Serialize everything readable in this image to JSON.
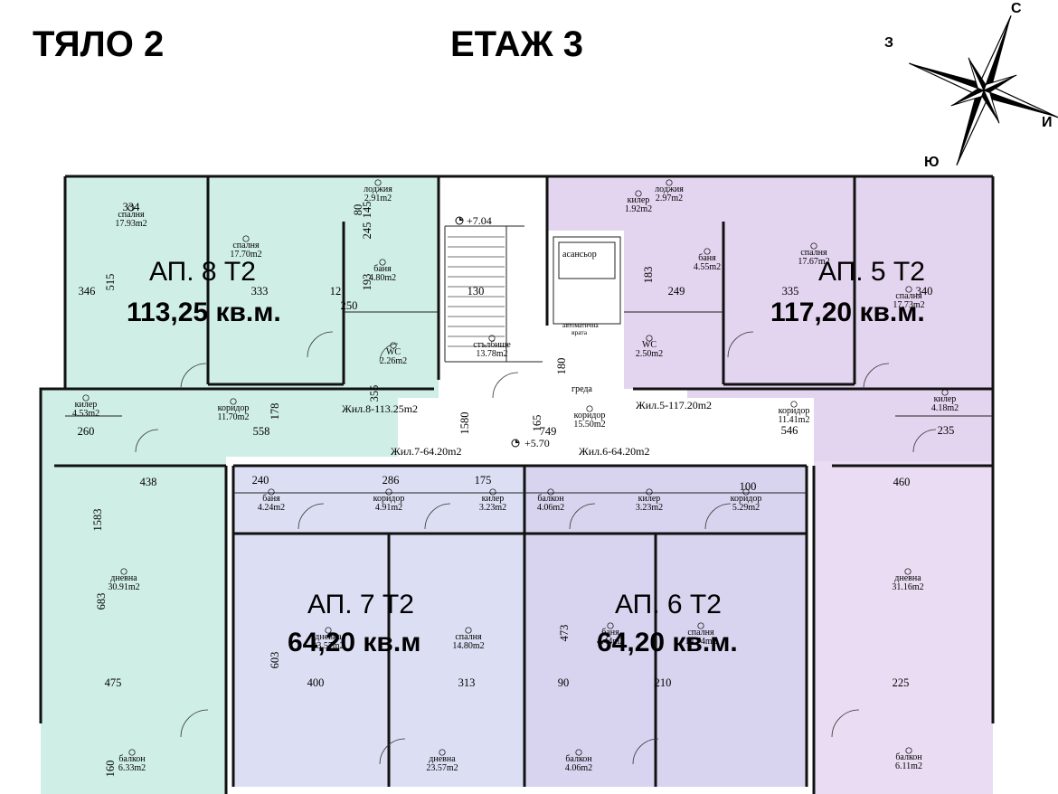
{
  "header": {
    "building": "ТЯЛО 2",
    "floor": "ЕТАЖ 3"
  },
  "compass": {
    "north": "С",
    "west": "З",
    "east": "И",
    "south": "Ю",
    "icon": "compass-rose-icon"
  },
  "colors": {
    "apt8": "#cfeee6",
    "apt5": "#e3d4ef",
    "apt7": "#dcdff3",
    "apt6": "#d8d4ef",
    "apt_far_right": "#eadcf2",
    "common": "#ffffff"
  },
  "apartments": [
    {
      "title": "АП. 8 Т2",
      "area": "113,25 кв.м."
    },
    {
      "title": "АП. 5 Т2",
      "area": "117,20 кв.м."
    },
    {
      "title": "АП. 7 Т2",
      "area": "64,20 кв.м"
    },
    {
      "title": "АП. 6 Т2",
      "area": "64,20 кв.м."
    }
  ],
  "labels": {
    "zhil8": "Жил.8-113.25m2",
    "zhil5": "Жил.5-117.20m2",
    "zhil7": "Жил.7-64.20m2",
    "zhil6": "Жил.6-64.20m2",
    "level_704": "+7.04",
    "level_570": "+5.70",
    "elevator": "асансьор",
    "auto_door_1": "автоматична",
    "auto_door_2": "врата",
    "beam": "греда"
  },
  "rooms": [
    {
      "name": "спалня",
      "area": "17.93m2"
    },
    {
      "name": "спалня",
      "area": "17.70m2"
    },
    {
      "name": "лоджия",
      "area": "2.91m2"
    },
    {
      "name": "баня",
      "area": "4.80m2"
    },
    {
      "name": "WC",
      "area": "2.26m2"
    },
    {
      "name": "коридор",
      "area": "11.70m2"
    },
    {
      "name": "килер",
      "area": "4.53m2"
    },
    {
      "name": "дневна",
      "area": "30.91m2"
    },
    {
      "name": "балкон",
      "area": "6.33m2"
    },
    {
      "name": "стълбище",
      "area": "13.78m2"
    },
    {
      "name": "коридор",
      "area": "15.50m2"
    },
    {
      "name": "килер",
      "area": "1.92m2"
    },
    {
      "name": "лоджия",
      "area": "2.97m2"
    },
    {
      "name": "баня",
      "area": "4.55m2"
    },
    {
      "name": "WC",
      "area": "2.50m2"
    },
    {
      "name": "спалня",
      "area": "17.67m2"
    },
    {
      "name": "спалня",
      "area": "17.73m2"
    },
    {
      "name": "коридор",
      "area": "11.41m2"
    },
    {
      "name": "килер",
      "area": "4.18m2"
    },
    {
      "name": "дневна",
      "area": "31.16m2"
    },
    {
      "name": "балкон",
      "area": "6.11m2"
    },
    {
      "name": "баня",
      "area": "4.24m2"
    },
    {
      "name": "коридор",
      "area": "4.91m2"
    },
    {
      "name": "килер",
      "area": "3.23m2"
    },
    {
      "name": "дневна",
      "area": "23.57m2"
    },
    {
      "name": "спалня",
      "area": "14.80m2"
    },
    {
      "name": "балкон",
      "area": "4.06m2"
    },
    {
      "name": "килер",
      "area": "3.23m2"
    },
    {
      "name": "коридор",
      "area": "5.29m2"
    },
    {
      "name": "баня",
      "area": "4.44m2"
    },
    {
      "name": "спалня",
      "area": "14.74m2"
    },
    {
      "name": "дневна",
      "area": "23.57m2"
    },
    {
      "name": "балкон",
      "area": "4.06m2"
    }
  ],
  "dims": [
    "334",
    "346",
    "515",
    "333",
    "12",
    "193",
    "250",
    "145",
    "80",
    "245",
    "178",
    "260",
    "558",
    "355",
    "1583",
    "683",
    "475",
    "438",
    "160",
    "130",
    "749",
    "1580",
    "180",
    "165",
    "286",
    "175",
    "240",
    "400",
    "313",
    "603",
    "473",
    "335",
    "340",
    "249",
    "183",
    "546",
    "235",
    "460",
    "225",
    "210",
    "90",
    "100"
  ]
}
